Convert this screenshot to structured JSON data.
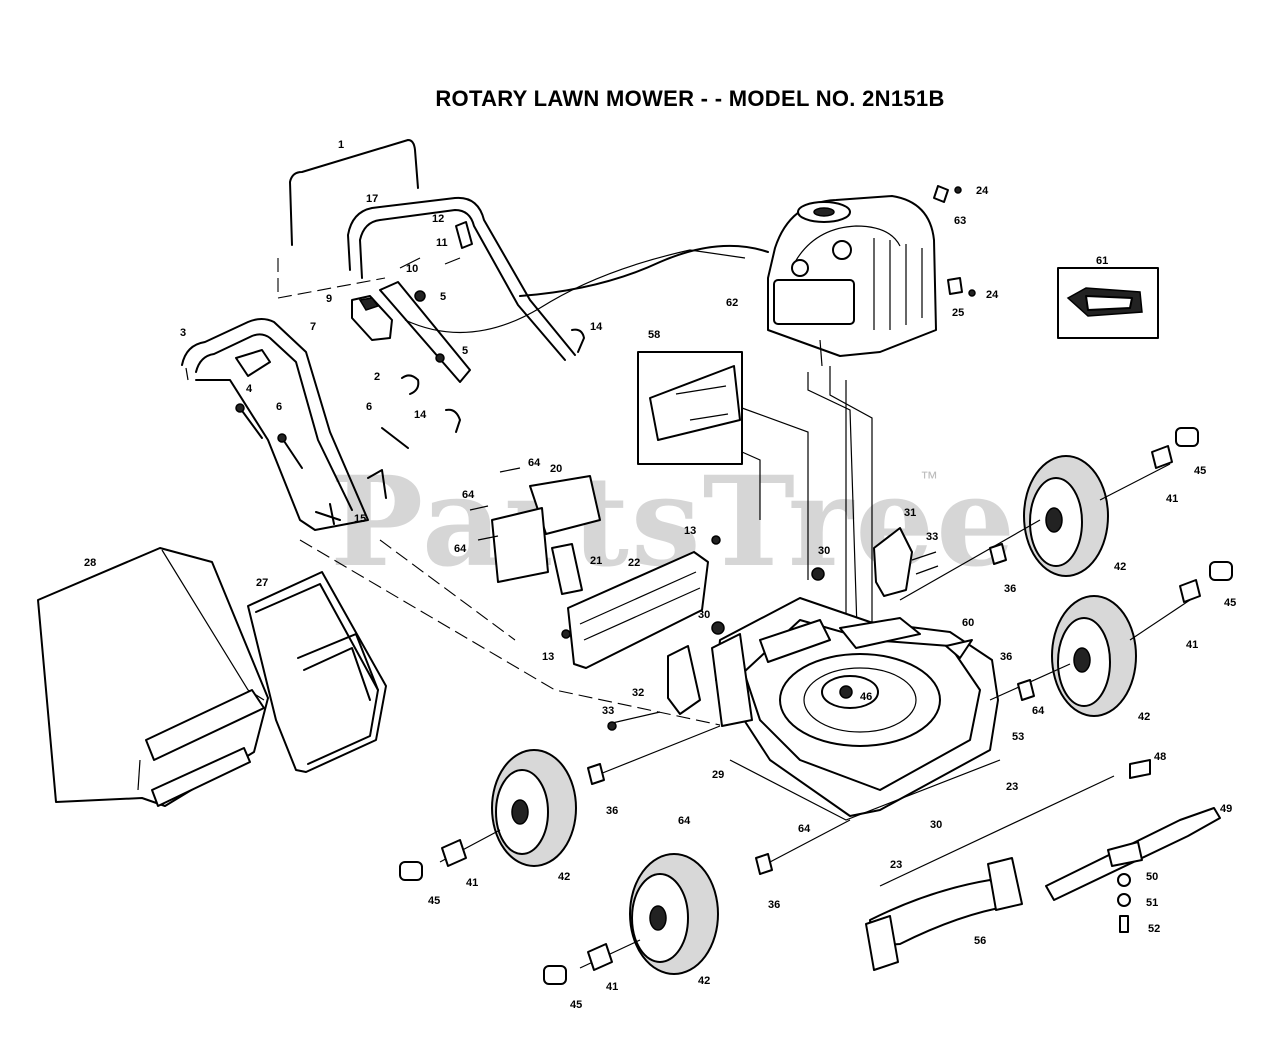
{
  "title": "ROTARY LAWN MOWER - - MODEL NO. 2N151B",
  "watermark": "PartsTree",
  "trademark": "™",
  "callouts": [
    {
      "label": "1"
    },
    {
      "label": "17"
    },
    {
      "label": "12"
    },
    {
      "label": "11"
    },
    {
      "label": "10"
    },
    {
      "label": "9"
    },
    {
      "label": "5"
    },
    {
      "label": "7"
    },
    {
      "label": "3"
    },
    {
      "label": "4"
    },
    {
      "label": "6"
    },
    {
      "label": "2"
    },
    {
      "label": "6"
    },
    {
      "label": "5"
    },
    {
      "label": "14"
    },
    {
      "label": "14"
    },
    {
      "label": "15"
    },
    {
      "label": "24"
    },
    {
      "label": "63"
    },
    {
      "label": "62"
    },
    {
      "label": "25"
    },
    {
      "label": "24"
    },
    {
      "label": "61"
    },
    {
      "label": "58"
    },
    {
      "label": "64"
    },
    {
      "label": "20"
    },
    {
      "label": "64"
    },
    {
      "label": "64"
    },
    {
      "label": "21"
    },
    {
      "label": "13"
    },
    {
      "label": "22"
    },
    {
      "label": "13"
    },
    {
      "label": "28"
    },
    {
      "label": "27"
    },
    {
      "label": "30"
    },
    {
      "label": "31"
    },
    {
      "label": "33"
    },
    {
      "label": "30"
    },
    {
      "label": "36"
    },
    {
      "label": "45"
    },
    {
      "label": "41"
    },
    {
      "label": "42"
    },
    {
      "label": "45"
    },
    {
      "label": "41"
    },
    {
      "label": "60"
    },
    {
      "label": "36"
    },
    {
      "label": "46"
    },
    {
      "label": "42"
    },
    {
      "label": "64"
    },
    {
      "label": "32"
    },
    {
      "label": "33"
    },
    {
      "label": "53"
    },
    {
      "label": "23"
    },
    {
      "label": "29"
    },
    {
      "label": "36"
    },
    {
      "label": "64"
    },
    {
      "label": "64"
    },
    {
      "label": "30"
    },
    {
      "label": "48"
    },
    {
      "label": "49"
    },
    {
      "label": "23"
    },
    {
      "label": "42"
    },
    {
      "label": "41"
    },
    {
      "label": "45"
    },
    {
      "label": "36"
    },
    {
      "label": "50"
    },
    {
      "label": "51"
    },
    {
      "label": "52"
    },
    {
      "label": "56"
    },
    {
      "label": "42"
    },
    {
      "label": "41"
    },
    {
      "label": "45"
    }
  ]
}
